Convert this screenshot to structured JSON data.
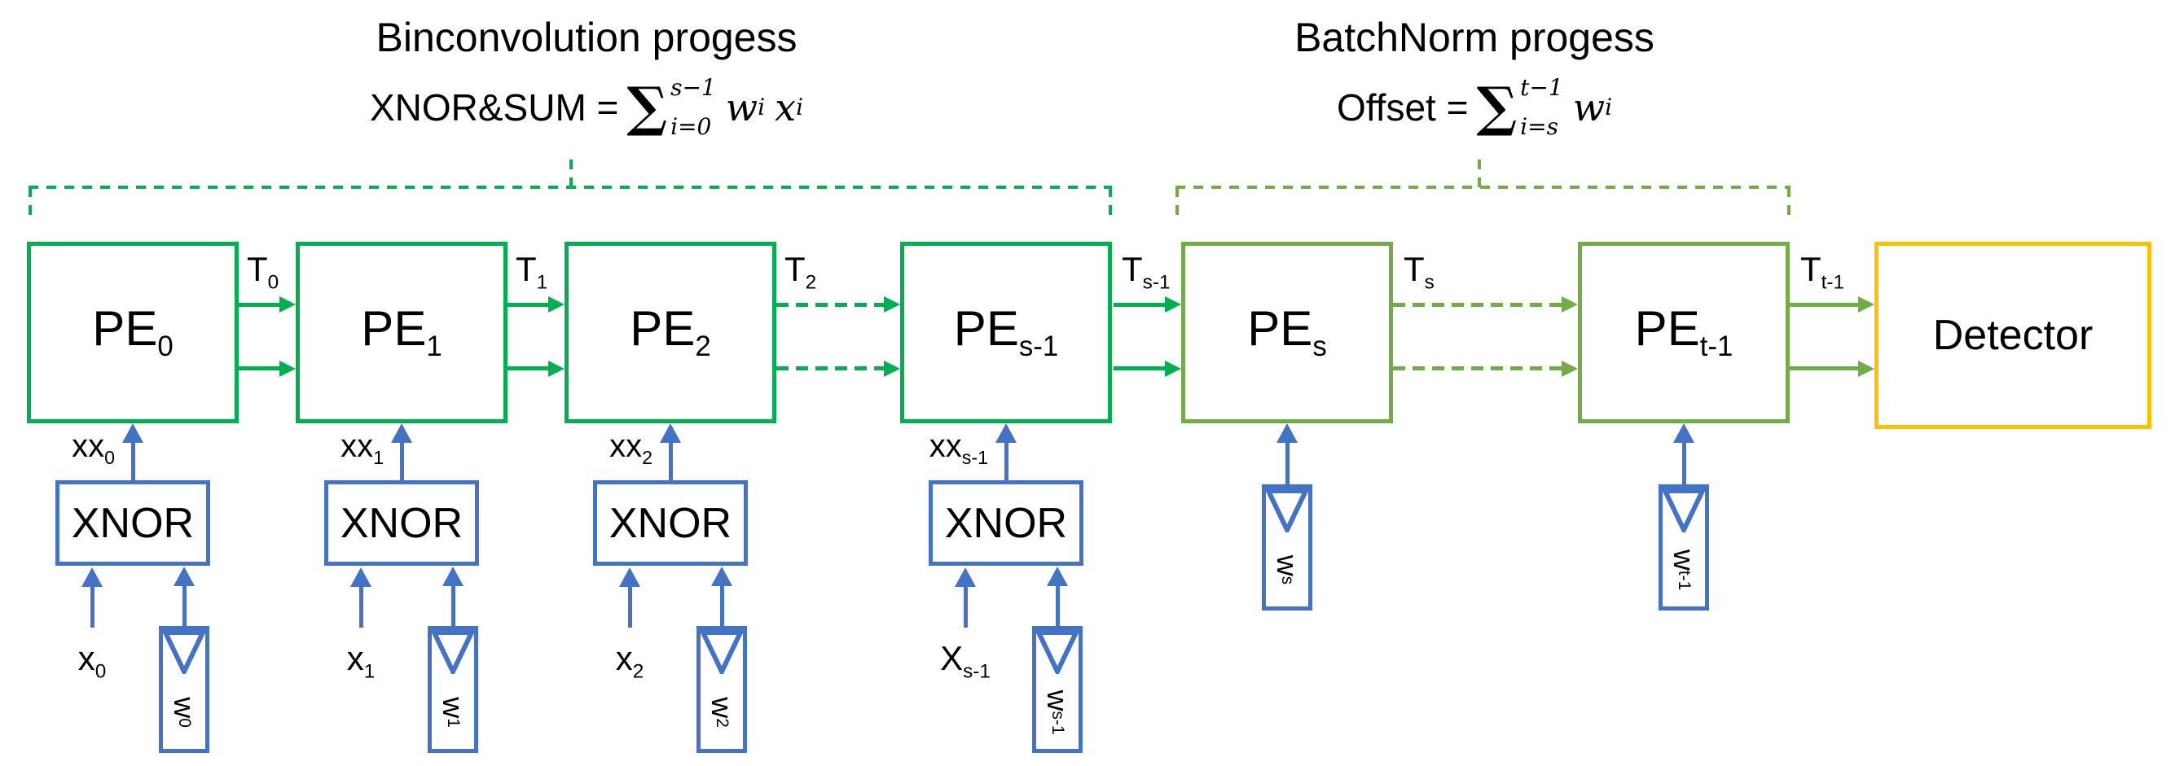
{
  "colors": {
    "green": "#00B050",
    "olive": "#70AD47",
    "blue": "#4472C4",
    "orange": "#FFC000",
    "text": "#000000",
    "background": "#FFFFFF"
  },
  "sections": {
    "binconvolution": {
      "title": "Binconvolution progess",
      "formula": {
        "lhs": "XNOR&SUM =",
        "sigma": "∑",
        "sup": "s−1",
        "sub": "i=0",
        "term1": "w",
        "term1_sub": "i",
        "term2": "x",
        "term2_sub": "i"
      }
    },
    "batchnorm": {
      "title": "BatchNorm progess",
      "formula": {
        "lhs": "Offset =",
        "sigma": "∑",
        "sup": "t−1",
        "sub": "i=s",
        "term1": "w",
        "term1_sub": "i"
      }
    }
  },
  "pes": [
    {
      "label": "PE",
      "sub": "0",
      "out": "T",
      "out_sub": "0"
    },
    {
      "label": "PE",
      "sub": "1",
      "out": "T",
      "out_sub": "1"
    },
    {
      "label": "PE",
      "sub": "2",
      "out": "T",
      "out_sub": "2"
    },
    {
      "label": "PE",
      "sub": "s-1",
      "out": "T",
      "out_sub": "s-1"
    },
    {
      "label": "PE",
      "sub": "s",
      "out": "T",
      "out_sub": "s"
    },
    {
      "label": "PE",
      "sub": "t-1",
      "out": "T",
      "out_sub": "t-1"
    }
  ],
  "detector": {
    "label": "Detector"
  },
  "xnor_columns": [
    {
      "gate": "XNOR",
      "feature": "xx",
      "feature_sub": "0",
      "input": "x",
      "input_sub": "0",
      "weight": "w",
      "weight_sub": "0"
    },
    {
      "gate": "XNOR",
      "feature": "xx",
      "feature_sub": "1",
      "input": "x",
      "input_sub": "1",
      "weight": "w",
      "weight_sub": "1"
    },
    {
      "gate": "XNOR",
      "feature": "xx",
      "feature_sub": "2",
      "input": "x",
      "input_sub": "2",
      "weight": "w",
      "weight_sub": "2"
    },
    {
      "gate": "XNOR",
      "feature": "xx",
      "feature_sub": "s-1",
      "input": "X",
      "input_sub": "s-1",
      "weight": "w",
      "weight_sub": "s-1"
    }
  ],
  "direct_weights": [
    {
      "weight": "w",
      "weight_sub": "s"
    },
    {
      "weight": "w",
      "weight_sub": "t-1"
    }
  ]
}
